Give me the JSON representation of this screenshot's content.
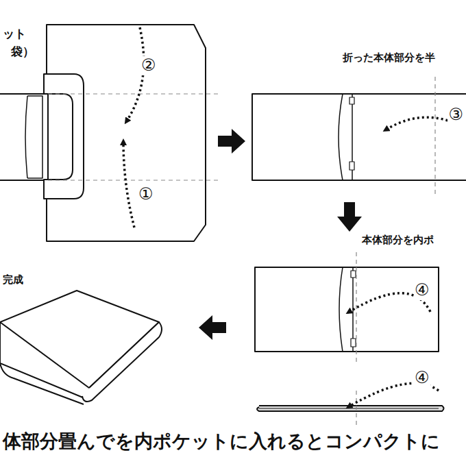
{
  "diagram": {
    "caption": "体部分畳んでを内ポケットに入れるとコンパクトに",
    "labels": [
      "ット",
      "袋）",
      "②",
      "①",
      "折った本体部分を半",
      "③",
      "本体部分を内ポ",
      "④",
      "④",
      "完成"
    ]
  }
}
